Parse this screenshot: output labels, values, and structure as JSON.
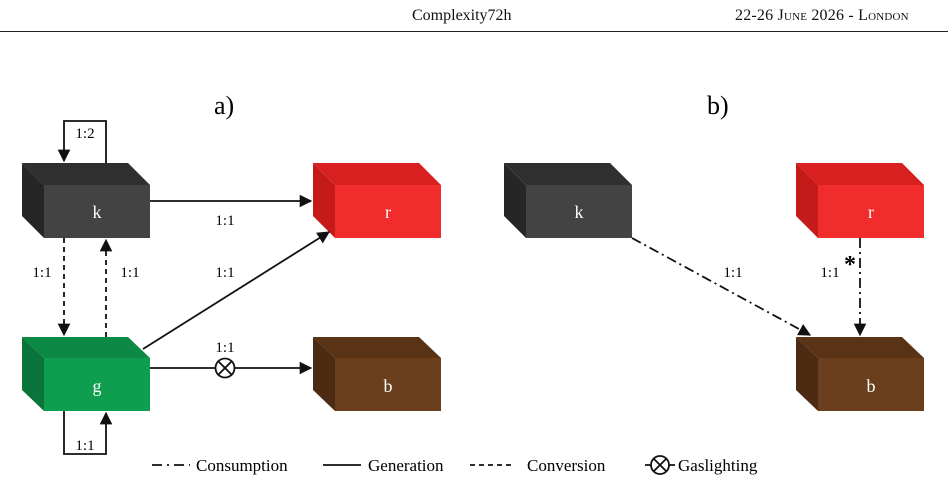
{
  "header": {
    "title": "Complexity72h",
    "event": "22-26 June 2026 - London"
  },
  "panels": {
    "a": {
      "label": "a)"
    },
    "b": {
      "label": "b)"
    }
  },
  "boxes": {
    "k": {
      "label": "k",
      "front": "#434343",
      "top": "#2f2f2f",
      "side": "#262626"
    },
    "r": {
      "label": "r",
      "front": "#f12c2c",
      "top": "#d92020",
      "side": "#c41a1a"
    },
    "g": {
      "label": "g",
      "front": "#0f9d50",
      "top": "#0c8a45",
      "side": "#0a743a"
    },
    "b": {
      "label": "b",
      "front": "#6b3f1d",
      "top": "#5a3317",
      "side": "#4d2b13"
    }
  },
  "ratios": {
    "k_self": "1:2",
    "k_r": "1:1",
    "g_r": "1:1",
    "g_b": "1:1",
    "k_g_down": "1:1",
    "g_k_up": "1:1",
    "g_self": "1:1",
    "b_k_b": "1:1",
    "b_r_b": "1:1",
    "b_star": "*"
  },
  "legend": {
    "consumption": "Consumption",
    "generation": "Generation",
    "conversion": "Conversion",
    "gaslighting": "Gaslighting"
  }
}
